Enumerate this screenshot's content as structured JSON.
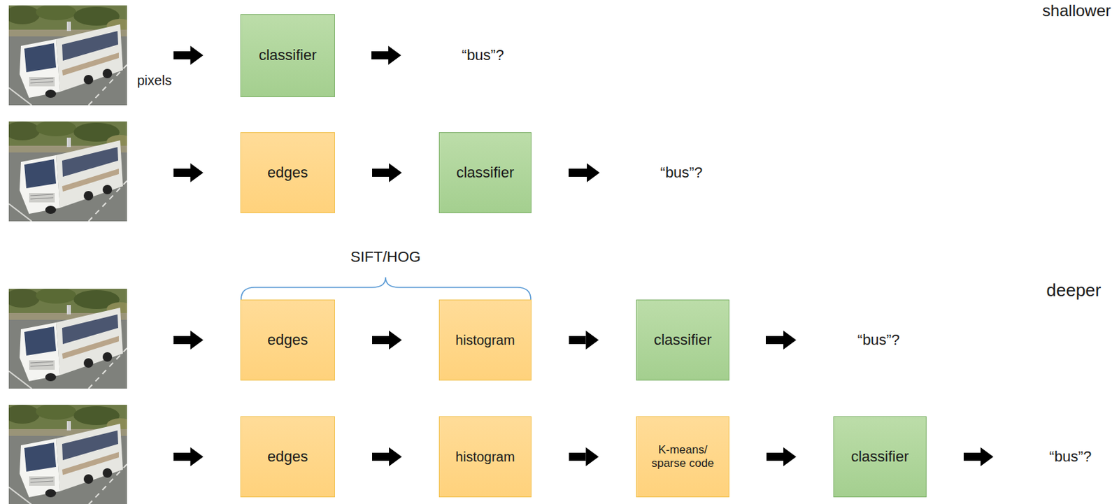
{
  "diagram": {
    "nodes": [
      {
        "text": [
          "classifier"
        ]
      },
      {
        "text": [
          "edges"
        ]
      },
      {
        "text": [
          "classifier"
        ]
      },
      {
        "text": [
          "edges"
        ]
      },
      {
        "text": [
          "histogram"
        ]
      },
      {
        "text": [
          "classifier"
        ]
      },
      {
        "text": [
          "edges"
        ]
      },
      {
        "text": [
          "histogram"
        ]
      },
      {
        "text": [
          "K-means/ sparse code"
        ]
      },
      {
        "text": [
          "classifier"
        ]
      }
    ],
    "edges": [
      {
        "from": 1,
        "to": 2,
        "arrow": "to"
      },
      {
        "from": 3,
        "to": 4,
        "arrow": "to"
      },
      {
        "from": 4,
        "to": 5,
        "arrow": "to"
      },
      {
        "from": 6,
        "to": 7,
        "arrow": "to"
      },
      {
        "from": 7,
        "to": 8,
        "arrow": "to"
      },
      {
        "from": 8,
        "to": 9,
        "arrow": "to"
      }
    ],
    "labels": [
      "shallower",
      "pixels",
      "“bus”?",
      "“bus”?",
      "SIFT/HOG",
      "deeper",
      "“bus”?",
      "“bus”?"
    ]
  }
}
